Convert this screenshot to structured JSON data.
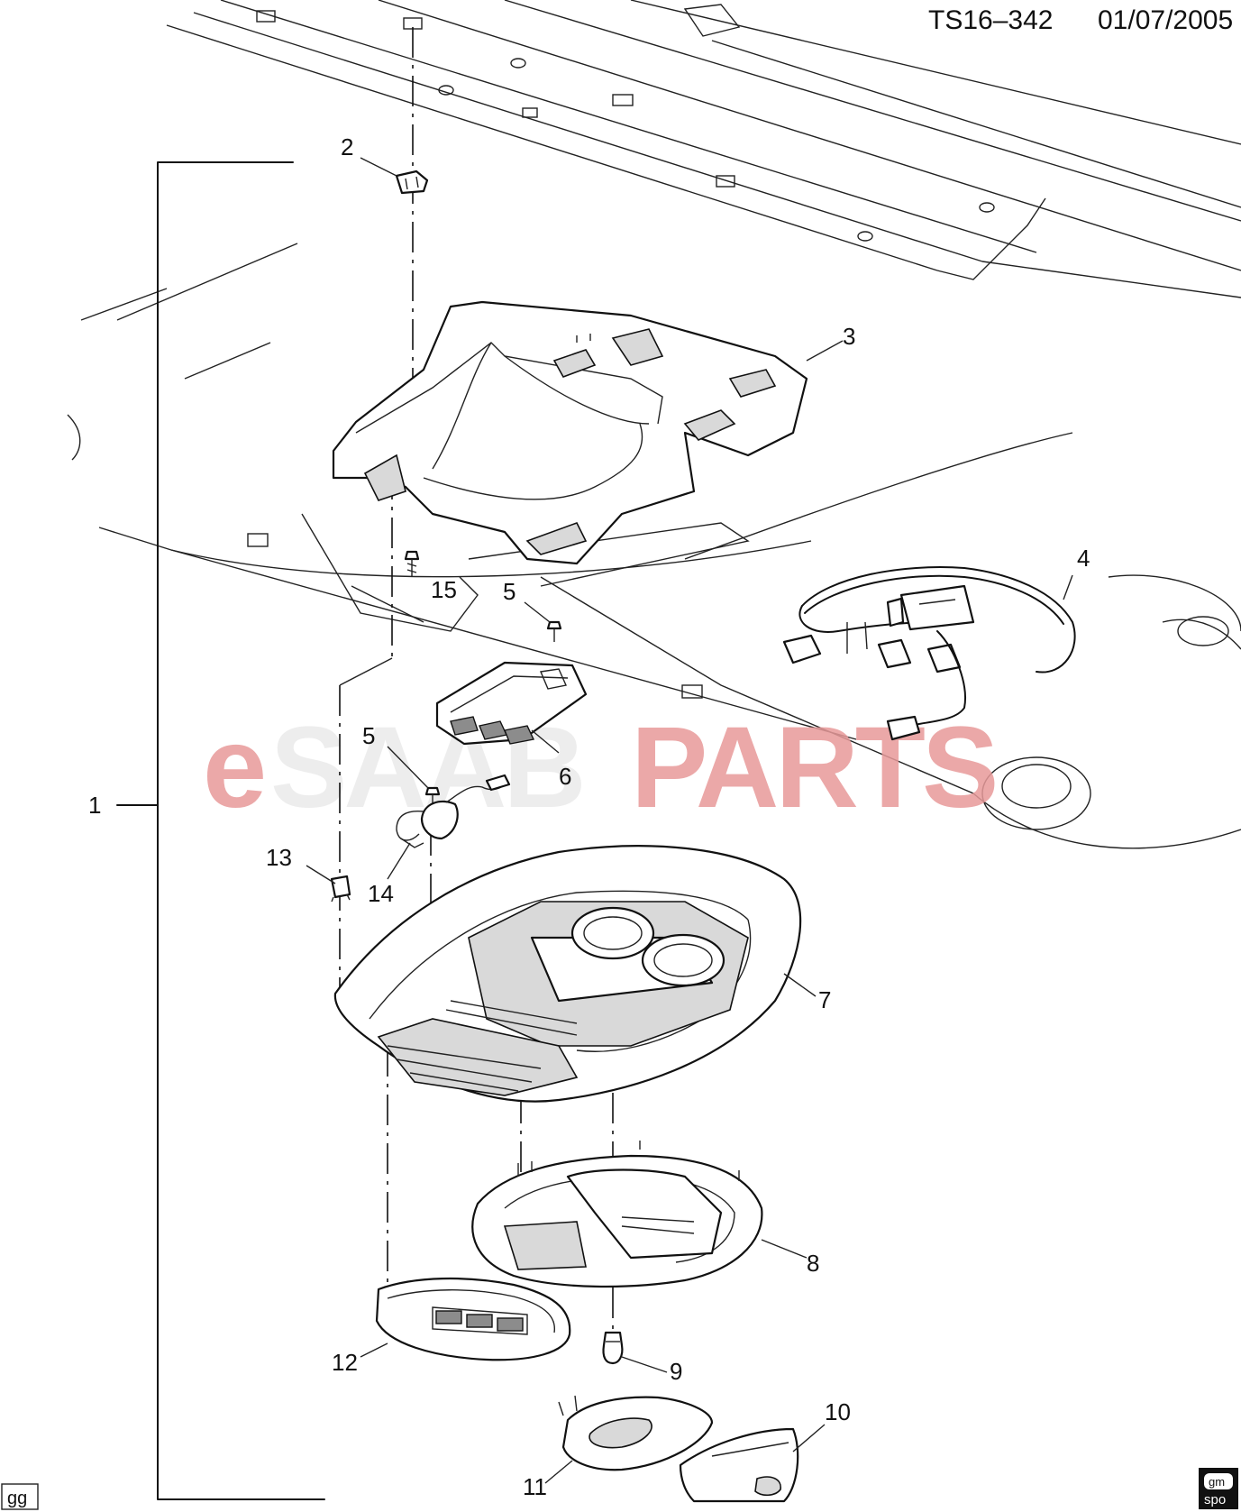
{
  "header": {
    "code": "TS16–342",
    "date": "01/07/2005"
  },
  "watermark": {
    "prefix": "e",
    "middle": "SAAB",
    "suffix": "PARTS",
    "color": "#e89a9a"
  },
  "callouts": [
    "1",
    "2",
    "3",
    "4",
    "5",
    "5",
    "6",
    "7",
    "8",
    "9",
    "10",
    "11",
    "12",
    "13",
    "14",
    "15"
  ],
  "footer": {
    "left_tag": "gg",
    "logo_top": "gm",
    "logo_bottom": "spo"
  }
}
